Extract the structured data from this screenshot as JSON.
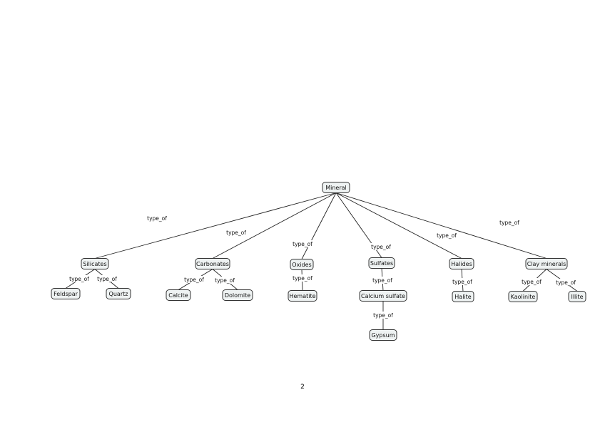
{
  "diagram": {
    "nodes": [
      {
        "id": "mineral",
        "label": "Mineral"
      },
      {
        "id": "silicates",
        "label": "Silicates"
      },
      {
        "id": "carbonates",
        "label": "Carbonates"
      },
      {
        "id": "oxides",
        "label": "Oxides"
      },
      {
        "id": "sulfates",
        "label": "Sulfates"
      },
      {
        "id": "halides",
        "label": "Halides"
      },
      {
        "id": "clay",
        "label": "Clay minerals"
      },
      {
        "id": "feldspar",
        "label": "Feldspar"
      },
      {
        "id": "quartz",
        "label": "Quartz"
      },
      {
        "id": "calcite",
        "label": "Calcite"
      },
      {
        "id": "dolomite",
        "label": "Dolomite"
      },
      {
        "id": "hematite",
        "label": "Hematite"
      },
      {
        "id": "calcium_sulfate",
        "label": "Calcium sulfate"
      },
      {
        "id": "gypsum",
        "label": "Gypsum"
      },
      {
        "id": "halite",
        "label": "Halite"
      },
      {
        "id": "kaolinite",
        "label": "Kaolinite"
      },
      {
        "id": "illite",
        "label": "Illite"
      }
    ],
    "edges": [
      {
        "from": "mineral",
        "to": "silicates",
        "label": "type_of"
      },
      {
        "from": "mineral",
        "to": "carbonates",
        "label": "type_of"
      },
      {
        "from": "mineral",
        "to": "oxides",
        "label": "type_of"
      },
      {
        "from": "mineral",
        "to": "sulfates",
        "label": "type_of"
      },
      {
        "from": "mineral",
        "to": "halides",
        "label": "type_of"
      },
      {
        "from": "mineral",
        "to": "clay",
        "label": "type_of"
      },
      {
        "from": "silicates",
        "to": "feldspar",
        "label": "type_of"
      },
      {
        "from": "silicates",
        "to": "quartz",
        "label": "type_of"
      },
      {
        "from": "carbonates",
        "to": "calcite",
        "label": "type_of"
      },
      {
        "from": "carbonates",
        "to": "dolomite",
        "label": "type_of"
      },
      {
        "from": "oxides",
        "to": "hematite",
        "label": "type_of"
      },
      {
        "from": "sulfates",
        "to": "calcium_sulfate",
        "label": "type_of"
      },
      {
        "from": "calcium_sulfate",
        "to": "gypsum",
        "label": "type_of"
      },
      {
        "from": "halides",
        "to": "halite",
        "label": "type_of"
      },
      {
        "from": "clay",
        "to": "kaolinite",
        "label": "type_of"
      },
      {
        "from": "clay",
        "to": "illite",
        "label": "type_of"
      }
    ]
  },
  "page_number": "2"
}
